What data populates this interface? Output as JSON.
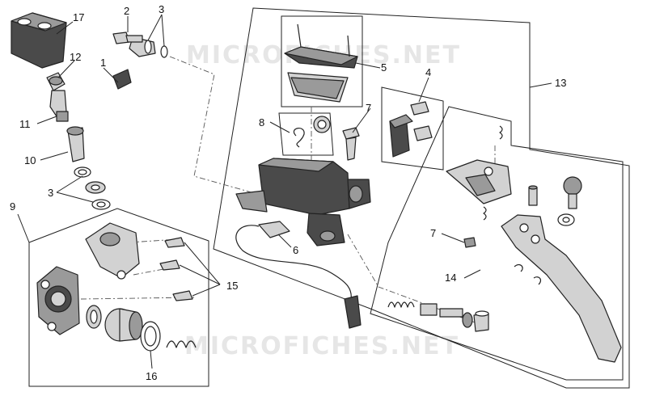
{
  "watermark": {
    "text": "MICROFICHES.NET"
  },
  "callouts": {
    "c1": "1",
    "c2": "2",
    "c3a": "3",
    "c3b": "3",
    "c4": "4",
    "c5": "5",
    "c6": "6",
    "c7a": "7",
    "c7b": "7",
    "c8": "8",
    "c9": "9",
    "c10": "10",
    "c11": "11",
    "c12": "12",
    "c13": "13",
    "c14": "14",
    "c15": "15",
    "c16": "16",
    "c17": "17"
  }
}
